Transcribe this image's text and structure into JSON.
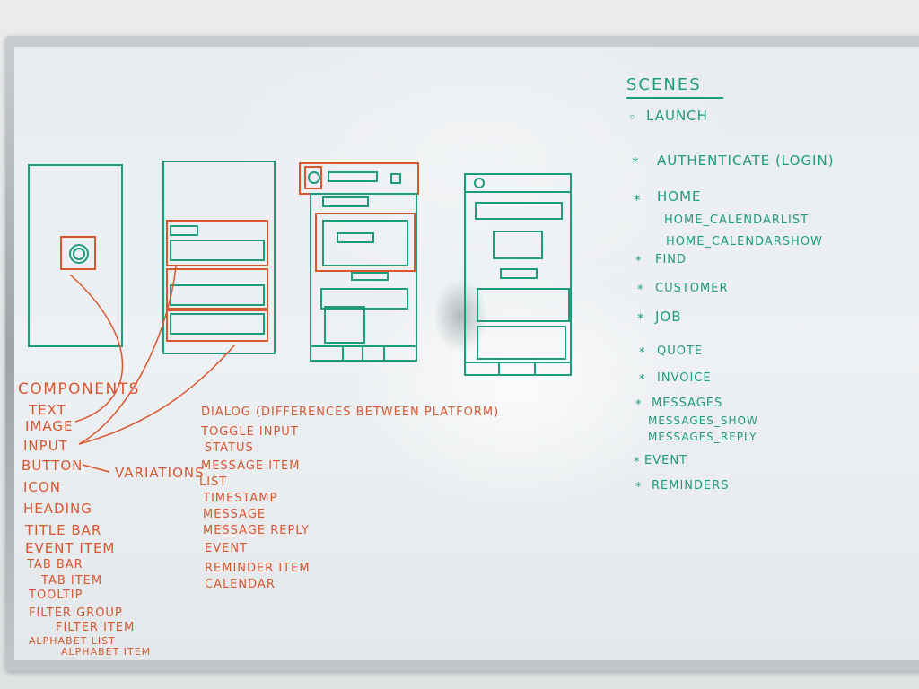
{
  "components": {
    "heading": "COMPONENTS",
    "items": [
      "TEXT",
      "IMAGE",
      "INPUT",
      "BUTTON",
      "ICON",
      "HEADING",
      "TITLE BAR",
      "EVENT ITEM",
      "TAB BAR",
      "TAB ITEM",
      "TOOLTIP",
      "FILTER GROUP",
      "FILTER ITEM",
      "ALPHABET LIST",
      "ALPHABET ITEM"
    ],
    "variations_label": "VARIATIONS"
  },
  "components2": {
    "items": [
      "DIALOG (DIFFERENCES BETWEEN PLATFORM)",
      "TOGGLE INPUT",
      "STATUS",
      "MESSAGE ITEM",
      "LIST",
      "TIMESTAMP",
      "MESSAGE",
      "MESSAGE REPLY",
      "EVENT",
      "REMINDER ITEM",
      "CALENDAR"
    ]
  },
  "scenes": {
    "heading": "SCENES",
    "items": [
      "LAUNCH",
      "AUTHENTICATE (LOGIN)",
      "HOME",
      "HOME_CALENDARLIST",
      "HOME_CALENDARSHOW",
      "FIND",
      "CUSTOMER",
      "JOB",
      "QUOTE",
      "INVOICE",
      "MESSAGES",
      "MESSAGES_SHOW",
      "MESSAGES_REPLY",
      "EVENT",
      "REMINDERS"
    ]
  },
  "colors": {
    "orange_marker": "#d9572f",
    "green_marker": "#1e9c7c",
    "board": "#eaeef0",
    "frame": "#b3b8bc"
  }
}
